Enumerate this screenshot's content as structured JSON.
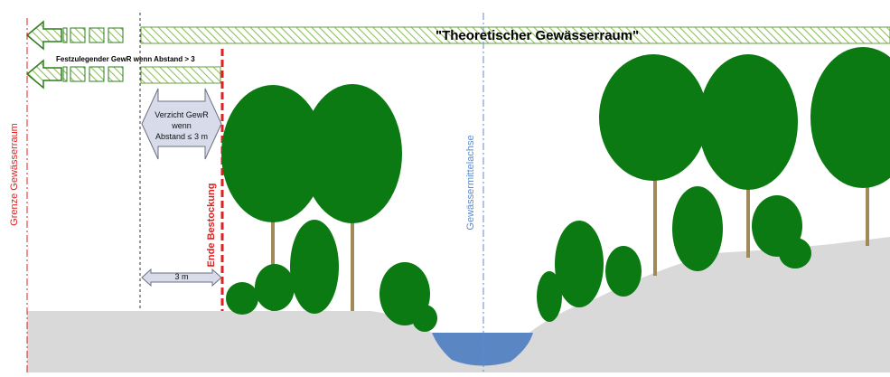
{
  "labels": {
    "theoretical_band": "\"Theoretischer Gewässerraum\"",
    "to_define_band": "Festzulegender GewR wenn Abstand > 3",
    "waiver_line1": "Verzicht GewR",
    "waiver_line2": "wenn",
    "waiver_line3": "Abstand ≤ 3 m",
    "distance": "3 m",
    "boundary": "Grenze Gewässerraum",
    "end_stocking": "Ende Bestockung",
    "axis": "Gewässermittelachse"
  },
  "colors": {
    "tree_green": "#0b7a12",
    "trunk": "#a08a5a",
    "terrain": "#d9d9d9",
    "water": "#5b86c4",
    "hatch": "#8ec15a",
    "red": "#e01f1f",
    "axis_blue": "#5a8bd0",
    "arrow_grey": "#d8dbea"
  }
}
